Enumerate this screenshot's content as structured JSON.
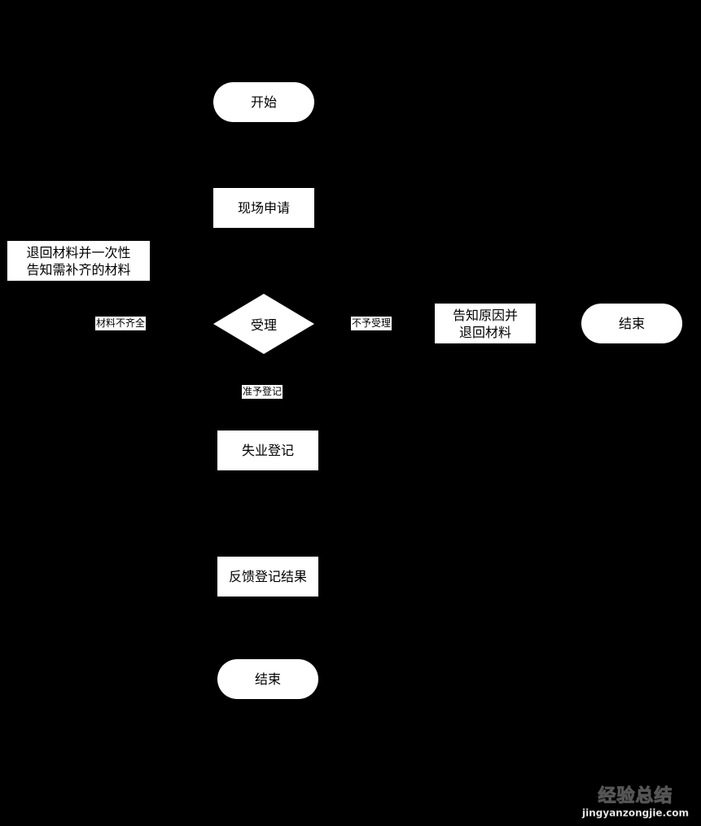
{
  "nodes": {
    "start": "开始",
    "apply": "现场申请",
    "accept": "受理",
    "return_materials": [
      "退回材料并一次性",
      "告知需补齐的材料"
    ],
    "notify_reason": [
      "告知原因并",
      "退回材料"
    ],
    "end_right": "结束",
    "register": "失业登记",
    "feedback": "反馈登记结果",
    "end_bottom": "结束"
  },
  "edges": {
    "incomplete": "材料不齐全",
    "rejected": "不予受理",
    "approved": "准予登记"
  },
  "watermark": {
    "cn_white": "经验",
    "cn_red": "总结",
    "domain": "jingyanzongjie.com"
  },
  "colors": {
    "background": "#000000",
    "node": "#ffffff",
    "watermark_red": "#b01818"
  }
}
